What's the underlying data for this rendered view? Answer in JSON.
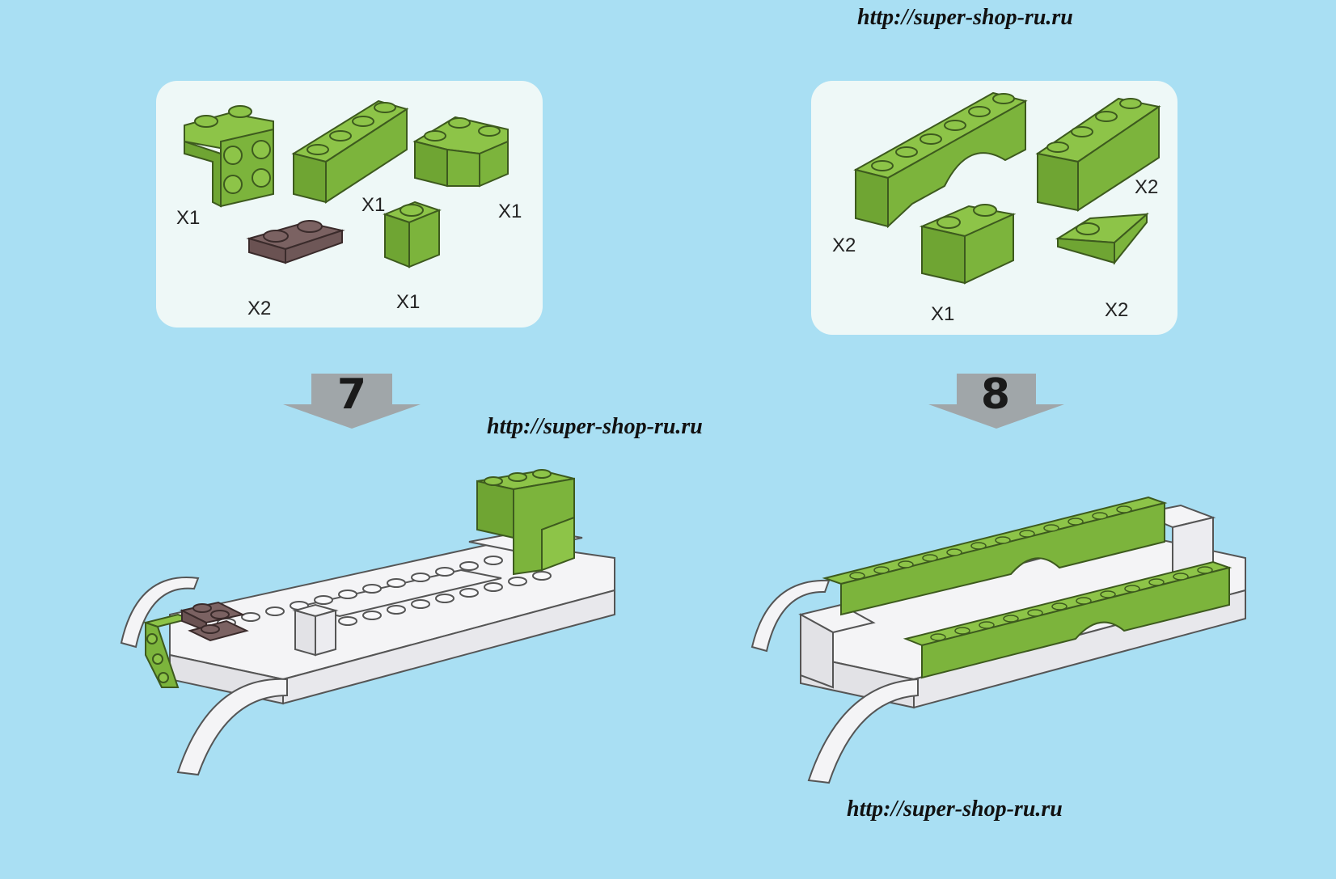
{
  "watermarks": {
    "top": "http://super-shop-ru.ru",
    "middle": "http://super-shop-ru.ru",
    "bottom": "http://super-shop-ru.ru"
  },
  "colors": {
    "background": "#a9dff3",
    "panel": "#eef8f7",
    "brick_green": "#8dc448",
    "brick_brown": "#7b6262",
    "brick_white": "#f4f4f6"
  },
  "step7": {
    "number": "7",
    "parts": [
      {
        "label": "X1",
        "name": "green bracket plate"
      },
      {
        "label": "X1",
        "name": "green 1x4 brick"
      },
      {
        "label": "X1",
        "name": "green corner brick"
      },
      {
        "label": "X2",
        "name": "brown 1x2 plate"
      },
      {
        "label": "X1",
        "name": "green 1x1 brick"
      }
    ]
  },
  "step8": {
    "number": "8",
    "parts": [
      {
        "label": "X2",
        "name": "green 1x6 arch"
      },
      {
        "label": "X2",
        "name": "green 1x4 brick"
      },
      {
        "label": "X1",
        "name": "green 1x2 brick"
      },
      {
        "label": "X2",
        "name": "green slope with stud"
      }
    ]
  }
}
